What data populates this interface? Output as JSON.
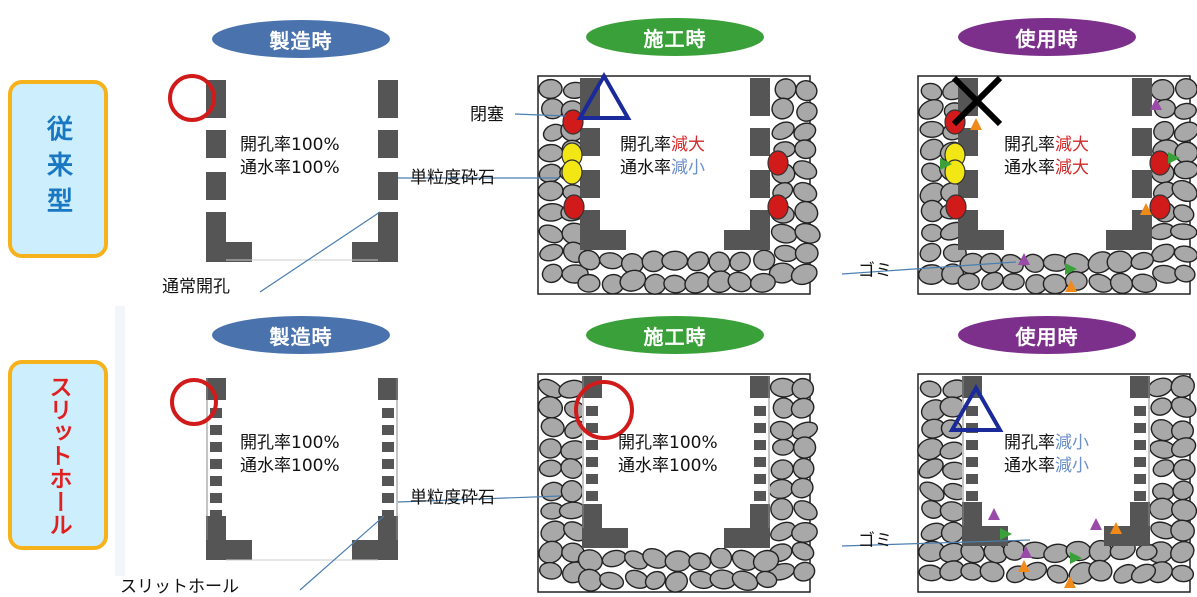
{
  "phases": {
    "manufacture": "製造時",
    "construction": "施工時",
    "use": "使用時"
  },
  "rows": {
    "conventional": {
      "label": "従来型",
      "label_color": "#1a78c2",
      "manufacture": {
        "line1": "開孔率100%",
        "line2": "通水率100%"
      },
      "construction": {
        "line1_prefix": "開孔率",
        "line1_accent": "減大",
        "line1_accent_color": "#d22a2a",
        "line2_prefix": "通水率",
        "line2_accent": "減小",
        "line2_accent_color": "#6a8fc9"
      },
      "use": {
        "line1_prefix": "開孔率",
        "line1_accent": "減大",
        "line1_accent_color": "#d22a2a",
        "line2_prefix": "通水率",
        "line2_accent": "減大",
        "line2_accent_color": "#d22a2a"
      },
      "callout_hole": "通常開孔",
      "callout_blocked": "閉塞",
      "callout_gravel": "単粒度砕石",
      "callout_debris": "ゴミ"
    },
    "slit": {
      "label": "スリットホール",
      "label_color": "#e01f1f",
      "manufacture": {
        "line1": "開孔率100%",
        "line2": "通水率100%"
      },
      "construction": {
        "line1": "開孔率100%",
        "line2": "通水率100%"
      },
      "use": {
        "line1_prefix": "開孔率",
        "line1_accent": "減小",
        "line1_accent_color": "#6a8fc9",
        "line2_prefix": "通水率",
        "line2_accent": "減小",
        "line2_accent_color": "#6a8fc9"
      },
      "callout_hole": "スリットホール",
      "callout_gravel": "単粒度砕石",
      "callout_debris": "ゴミ"
    }
  },
  "colors": {
    "pill_manufacture": "#4a73ae",
    "pill_construction": "#3aa13a",
    "pill_use": "#7d2f8c",
    "wall": "#555555",
    "gravel_fill": "#a8a8a8",
    "clog_red": "#d11a1a",
    "clog_yellow": "#f2e614",
    "debris_green": "#3aa13a",
    "debris_orange": "#f08a1a",
    "debris_purple": "#9a4aa8"
  },
  "markers": {
    "circle": "red-circle",
    "triangle": "blue-triangle",
    "cross": "black-cross"
  }
}
